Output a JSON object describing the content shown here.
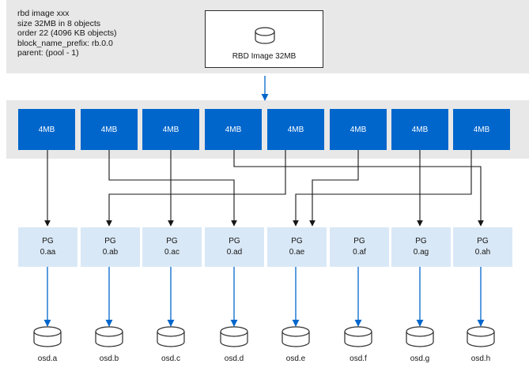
{
  "image_info": [
    "rbd image xxx",
    "size 32MB in 8 objects",
    "order 22  (4096 KB objects)",
    "block_name_prefix: rb.0.0",
    "parent: (pool - 1)"
  ],
  "rbd_image": {
    "label": "RBD Image 32MB"
  },
  "objects": [
    "4MB",
    "4MB",
    "4MB",
    "4MB",
    "4MB",
    "4MB",
    "4MB",
    "4MB"
  ],
  "pgs": [
    {
      "title": "PG",
      "id": "0.aa"
    },
    {
      "title": "PG",
      "id": "0.ab"
    },
    {
      "title": "PG",
      "id": "0.ac"
    },
    {
      "title": "PG",
      "id": "0.ad"
    },
    {
      "title": "PG",
      "id": "0.ae"
    },
    {
      "title": "PG",
      "id": "0.af"
    },
    {
      "title": "PG",
      "id": "0.ag"
    },
    {
      "title": "PG",
      "id": "0.ah"
    }
  ],
  "osds": [
    "osd.a",
    "osd.b",
    "osd.c",
    "osd.d",
    "osd.e",
    "osd.f",
    "osd.g",
    "osd.h"
  ],
  "colors": {
    "object_fill": "#0066cc",
    "pg_fill": "#d9e8f6",
    "band": "#e8e8e8",
    "blue_arrow": "#0066cc",
    "black_arrow": "#151515"
  }
}
